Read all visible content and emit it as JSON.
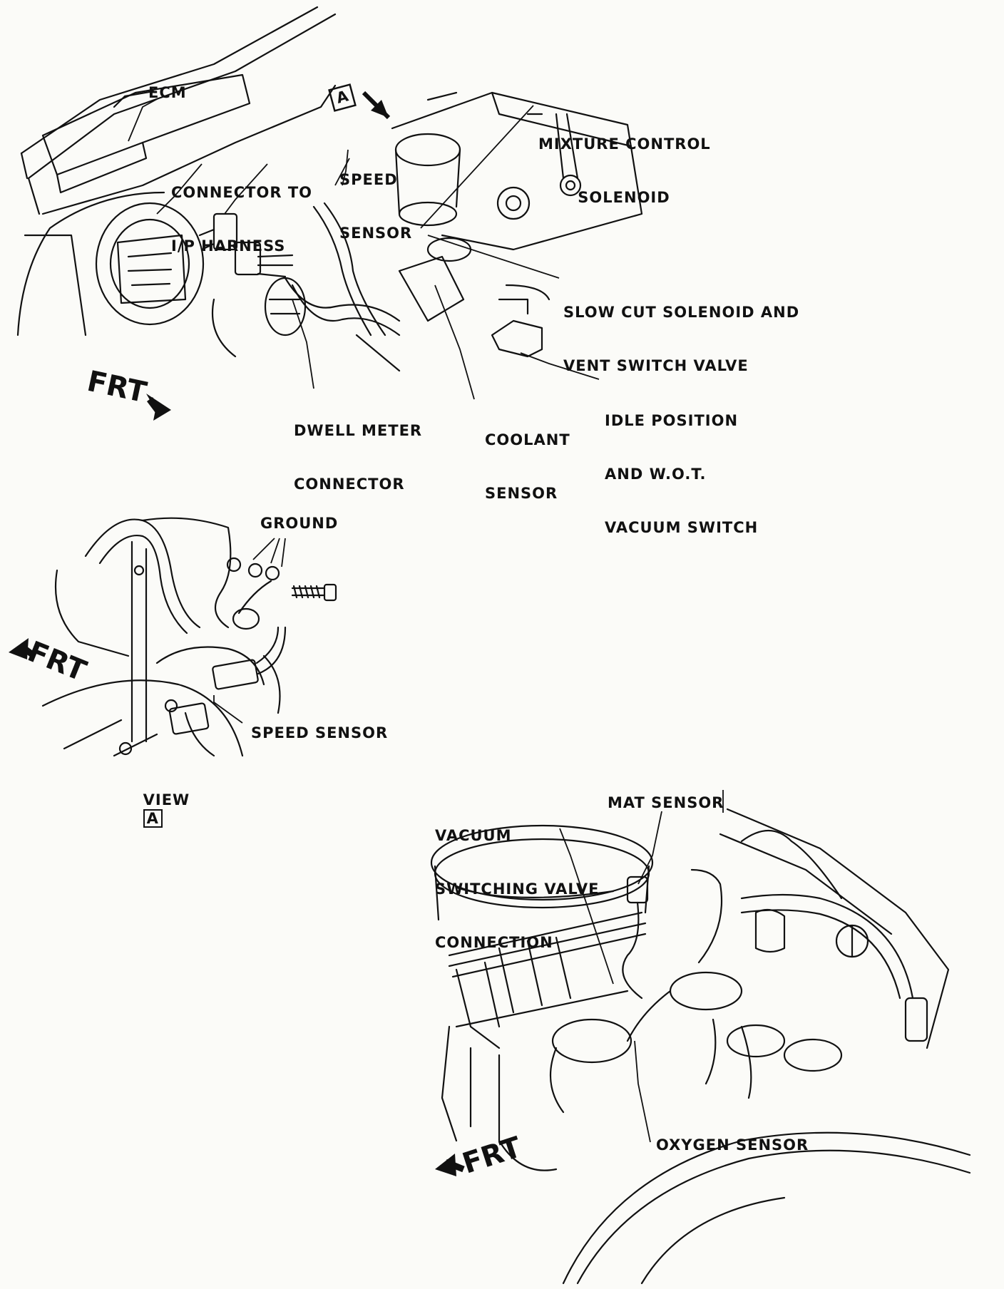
{
  "diagram": {
    "colors": {
      "ink": "#111111",
      "paper": "#fbfbf8"
    },
    "top": {
      "ecm": "ECM",
      "view_marker": "A",
      "connector_ip": [
        "CONNECTOR TO",
        "I/P HARNESS"
      ],
      "speed_sensor": [
        "SPEED",
        "SENSOR"
      ],
      "mixture_control": [
        "MIXTURE CONTROL",
        "SOLENOID"
      ],
      "slow_cut": [
        "SLOW CUT SOLENOID AND",
        "VENT SWITCH VALVE"
      ],
      "idle_position": [
        "IDLE POSITION",
        "AND W.O.T.",
        "VACUUM SWITCH"
      ],
      "dwell_meter": [
        "DWELL METER",
        "CONNECTOR"
      ],
      "coolant": [
        "COOLANT",
        "SENSOR"
      ],
      "frt": "FRT"
    },
    "view_a": {
      "ground": "GROUND",
      "speed_sensor": "SPEED SENSOR",
      "frt": "FRT",
      "view_label": "VIEW",
      "view_letter": "A"
    },
    "bottom": {
      "vacuum_switching": [
        "VACUUM",
        "SWITCHING VALVE",
        "CONNECTION"
      ],
      "mat_sensor": "MAT SENSOR",
      "oxygen_sensor": "OXYGEN SENSOR",
      "frt": "FRT"
    }
  }
}
